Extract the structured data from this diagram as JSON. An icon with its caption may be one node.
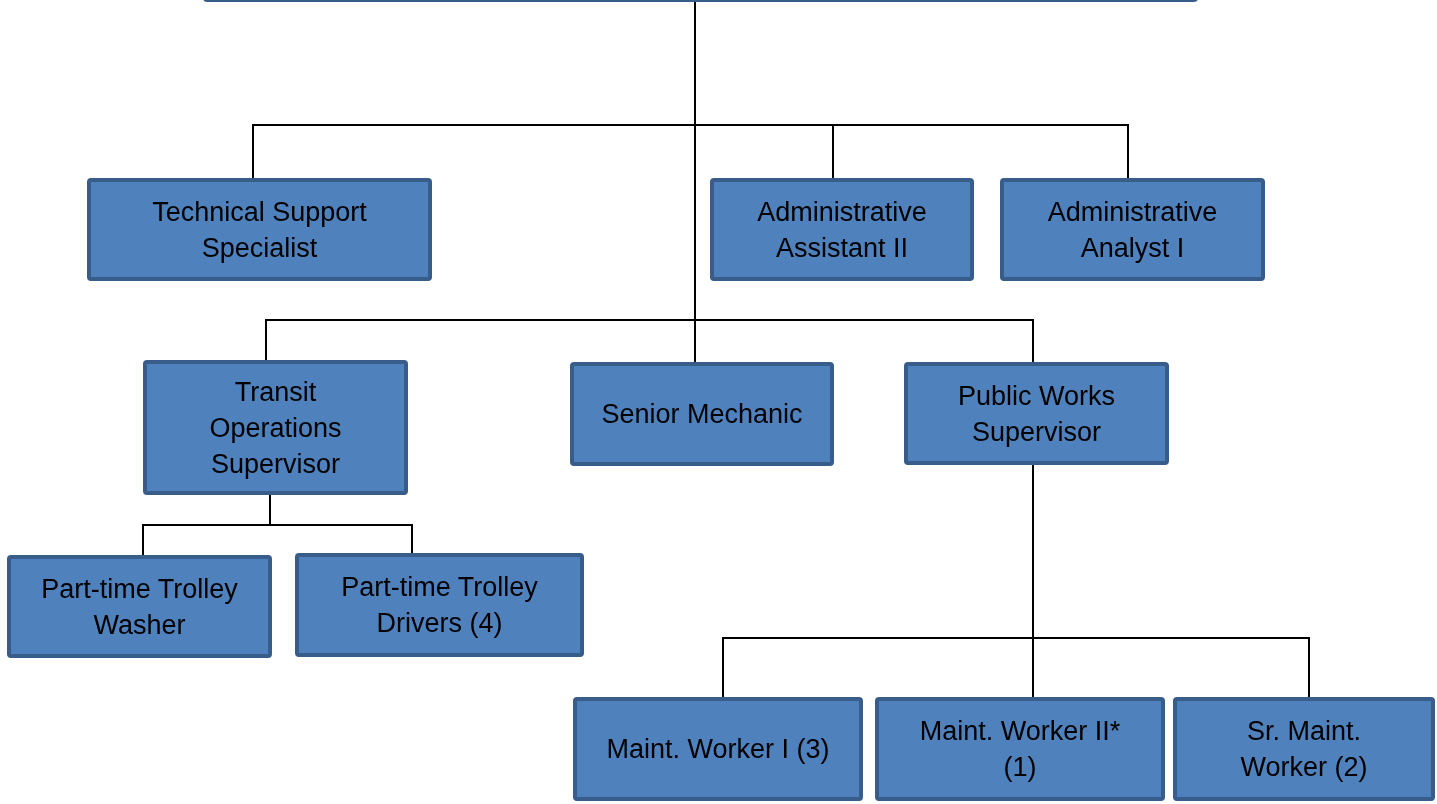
{
  "diagram": {
    "nodes": [
      {
        "text": [],
        "shape": "box"
      },
      {
        "text": [
          "Technical Support Specialist"
        ]
      },
      {
        "text": [
          "Administrative Assistant II"
        ]
      },
      {
        "text": [
          "Administrative Analyst I"
        ]
      },
      {
        "text": [
          "Transit Operations Supervisor"
        ]
      },
      {
        "text": [
          "Senior Mechanic"
        ]
      },
      {
        "text": [
          "Public Works Supervisor"
        ]
      },
      {
        "text": [
          "Part-time Trolley Washer"
        ]
      },
      {
        "text": [
          "Part-time Trolley Drivers (4)"
        ]
      },
      {
        "text": [
          "Maint. Worker I (3)"
        ]
      },
      {
        "text": [
          "Maint. Worker II* (1)"
        ]
      },
      {
        "text": [
          "Sr. Maint. Worker (2)"
        ]
      }
    ],
    "edges": [
      {
        "from": 0,
        "to": 1,
        "arrow": "none"
      },
      {
        "from": 0,
        "to": 2,
        "arrow": "none"
      },
      {
        "from": 0,
        "to": 3,
        "arrow": "none"
      },
      {
        "from": 0,
        "to": 4,
        "arrow": "none"
      },
      {
        "from": 0,
        "to": 5,
        "arrow": "none"
      },
      {
        "from": 0,
        "to": 6,
        "arrow": "none"
      },
      {
        "from": 4,
        "to": 7,
        "arrow": "none"
      },
      {
        "from": 4,
        "to": 8,
        "arrow": "none"
      },
      {
        "from": 6,
        "to": 9,
        "arrow": "none"
      },
      {
        "from": 6,
        "to": 10,
        "arrow": "none"
      },
      {
        "from": 6,
        "to": 11,
        "arrow": "none"
      }
    ]
  }
}
